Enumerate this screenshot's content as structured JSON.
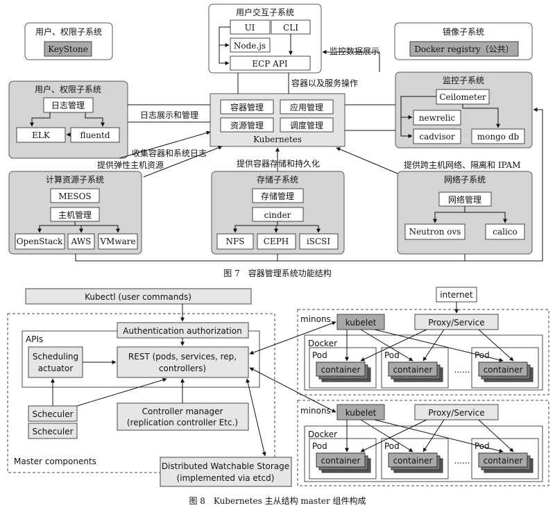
{
  "fig7": {
    "caption": "图 7　容器管理系统功能结构",
    "user_access_top": {
      "title": "用户、权限子系统",
      "keystone": "KeyStone"
    },
    "interaction": {
      "title": "用户交互子系统",
      "ui": "UI",
      "cli": "CLI",
      "nodejs": "Node.js",
      "ecp_api": "ECP API"
    },
    "image": {
      "title": "镜像子系统",
      "registry": "Docker registry（公共）"
    },
    "user_access": {
      "title": "用户、权限子系统",
      "log_mgmt": "日志管理",
      "elk": "ELK",
      "fluentd": "fluentd"
    },
    "kubernetes": {
      "container_mgmt": "容器管理",
      "app_mgmt": "应用管理",
      "resource_mgmt": "资源管理",
      "schedule_mgmt": "调度管理",
      "label": "Kubernetes"
    },
    "monitor": {
      "title": "监控子系统",
      "ceilometer": "Ceilometer",
      "newrelic": "newrelic",
      "cadvisor": "cadvisor",
      "mongodb": "mongo db"
    },
    "compute": {
      "title": "计算资源子系统",
      "mesos": "MESOS",
      "host_mgmt": "主机管理",
      "openstack": "OpenStack",
      "aws": "AWS",
      "vmware": "VMware"
    },
    "storage": {
      "title": "存储子系统",
      "storage_mgmt": "存储管理",
      "cinder": "cinder",
      "nfs": "NFS",
      "ceph": "CEPH",
      "iscsi": "iSCSI"
    },
    "network": {
      "title": "网络子系统",
      "net_mgmt": "网络管理",
      "neutron": "Neutron ovs",
      "calico": "calico"
    },
    "labels": {
      "monitor_display": "监控数据展示",
      "container_service_ops": "容器以及服务操作",
      "log_display": "日志展示和管理",
      "collect_logs": "收集容器和系统日志",
      "elastic_host": "提供弹性主机资源",
      "container_storage": "提供容器存储和持久化",
      "network_iso": "提供跨主机网络、隔离和 IPAM"
    }
  },
  "fig8": {
    "caption": "图 8　Kubernetes 主从结构 master 组件构成",
    "kubectl": "Kubectl (user commands)",
    "auth": "Authentication authorization",
    "apis": "APIs",
    "sched_actuator_1": "Scheduling",
    "sched_actuator_2": "actuator",
    "rest_1": "REST (pods, services, rep,",
    "rest_2": "controllers)",
    "scheduler_1": "Scheculer",
    "scheduler_2": "Scheculer",
    "controller_1": "Controller manager",
    "controller_2": "(replication controller Etc.)",
    "storage_1": "Distributed Watchable Storage",
    "storage_2": "(implemented via etcd)",
    "master_components": "Master components",
    "internet": "internet",
    "minons": "minons",
    "kubelet": "kubelet",
    "proxy": "Proxy/Service",
    "docker": "Docker",
    "pod": "Pod",
    "container": "container",
    "ellipsis": "......"
  }
}
